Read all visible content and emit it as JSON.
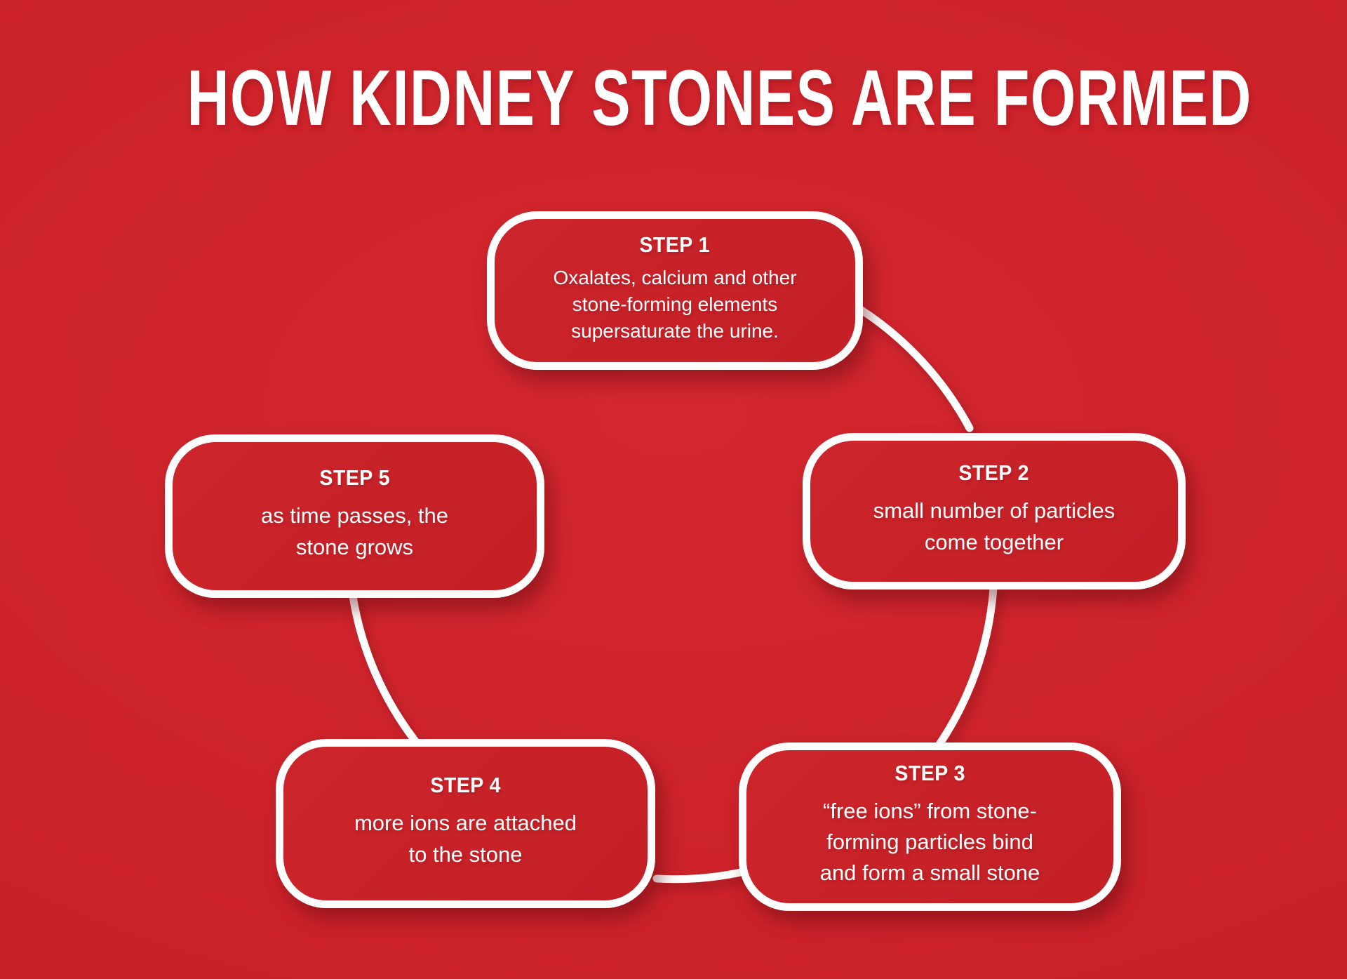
{
  "infographic": {
    "title": "HOW KIDNEY STONES ARE FORMED",
    "background_color": "#CB2129",
    "card_fill_color": "#C42026",
    "outline_color": "#FFFFFF",
    "text_color": "#FFFFFF",
    "steps": [
      {
        "label": "STEP 1",
        "body": "Oxalates, calcium and other\nstone-forming elements\nsupersaturate the urine."
      },
      {
        "label": "STEP 2",
        "body": "small number of particles\ncome together"
      },
      {
        "label": "STEP 3",
        "body": "“free ions” from stone-\nforming particles bind\nand form a small stone"
      },
      {
        "label": "STEP 4",
        "body": "more ions are attached\nto the stone"
      },
      {
        "label": "STEP 5",
        "body": "as time passes, the\nstone grows"
      }
    ]
  }
}
